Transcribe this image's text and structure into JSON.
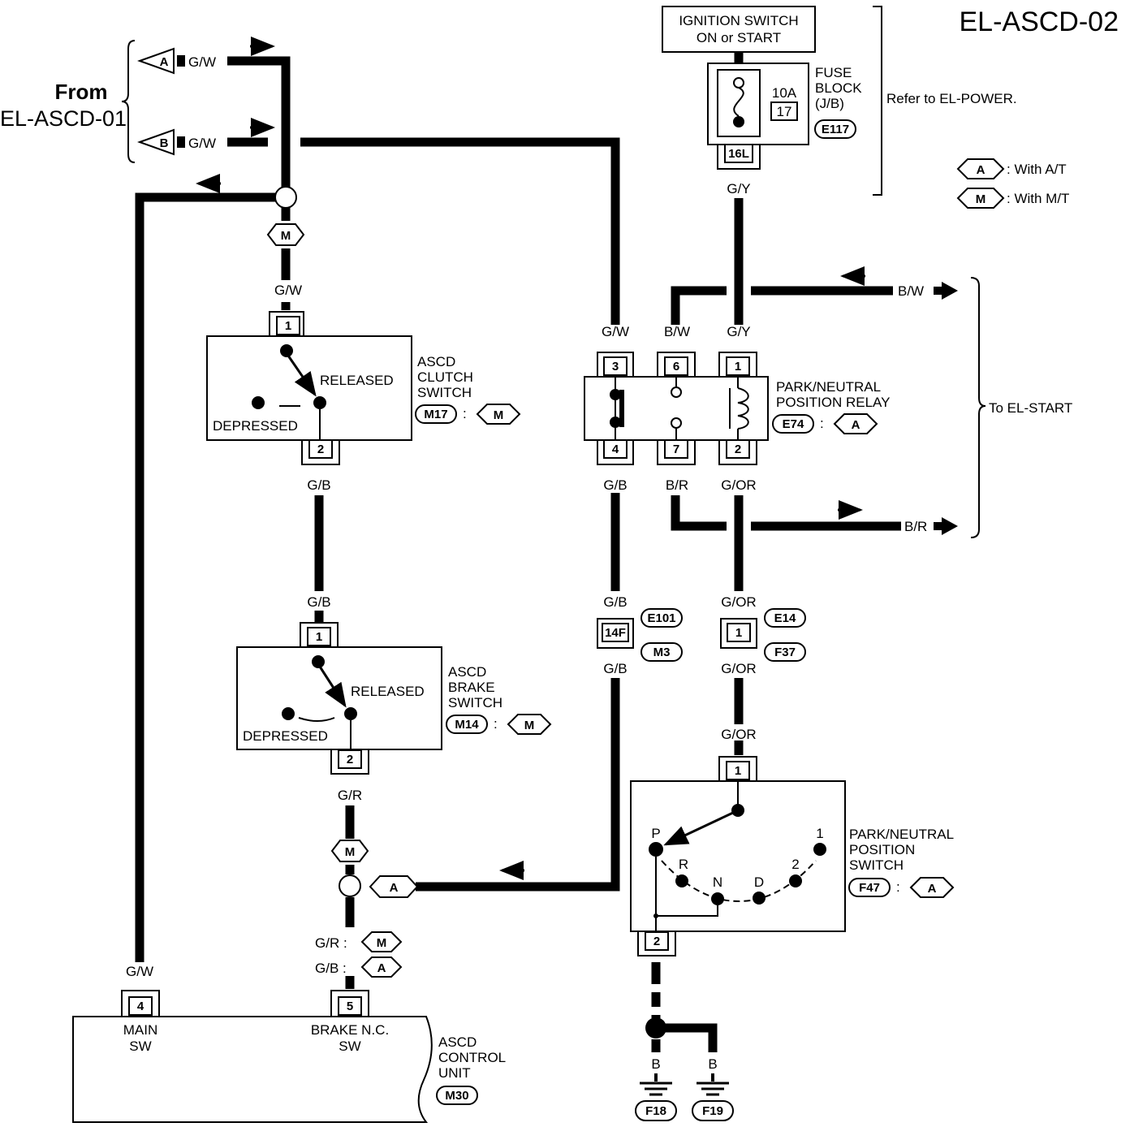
{
  "title": "EL-ASCD-02",
  "from_label": {
    "line1": "From",
    "line2": "EL-ASCD-01"
  },
  "connectors_from": [
    {
      "tag": "A",
      "wire": "G/W"
    },
    {
      "tag": "B",
      "wire": "G/W"
    }
  ],
  "legend": [
    {
      "tag": "A",
      "text": ": With A/T"
    },
    {
      "tag": "M",
      "text": ": With M/T"
    }
  ],
  "ignition": {
    "line1": "IGNITION SWITCH",
    "line2": "ON or START"
  },
  "fuse_block": {
    "line1": "FUSE",
    "line2": "BLOCK",
    "line3": "(J/B)",
    "amps": "10A",
    "fuse_no": "17",
    "connector": "E117",
    "terminal": "16L",
    "refer": "Refer to EL-POWER."
  },
  "clutch_switch": {
    "line1": "ASCD",
    "line2": "CLUTCH",
    "line3": "SWITCH",
    "connector": "M17",
    "variant": "M",
    "released": "RELEASED",
    "depressed": "DEPRESSED",
    "pin_in": "1",
    "pin_out": "2"
  },
  "brake_switch": {
    "line1": "ASCD",
    "line2": "BRAKE",
    "line3": "SWITCH",
    "connector": "M14",
    "variant": "M",
    "released": "RELEASED",
    "depressed": "DEPRESSED",
    "pin_in": "1",
    "pin_out": "2"
  },
  "pn_relay": {
    "line1": "PARK/NEUTRAL",
    "line2": "POSITION RELAY",
    "connector": "E74",
    "variant": "A",
    "pins_top": [
      "3",
      "6",
      "1"
    ],
    "pins_bottom": [
      "4",
      "7",
      "2"
    ]
  },
  "pn_switch": {
    "line1": "PARK/NEUTRAL",
    "line2": "POSITION",
    "line3": "SWITCH",
    "connector": "F47",
    "variant": "A",
    "pin_in": "1",
    "pin_out": "2",
    "positions": [
      "P",
      "R",
      "N",
      "D",
      "2",
      "1"
    ]
  },
  "control_unit": {
    "line1": "ASCD",
    "line2": "CONTROL",
    "line3": "UNIT",
    "connector": "M30",
    "pin_main": "4",
    "main_line1": "MAIN",
    "main_line2": "SW",
    "pin_brake": "5",
    "brake_line1": "BRAKE N.C.",
    "brake_line2": "SW"
  },
  "to_start": "To EL-START",
  "wires": {
    "gw": "G/W",
    "gb": "G/B",
    "gr": "G/R",
    "gy": "G/Y",
    "bw": "B/W",
    "br": "B/R",
    "gor": "G/OR",
    "b": "B",
    "gr_m": "G/R :",
    "gb_a": "G/B :"
  },
  "inline_connectors": {
    "e101": "E101",
    "m3": "M3",
    "t14f": "14F",
    "e14": "E14",
    "f37": "F37",
    "t1": "1"
  },
  "grounds": [
    "F18",
    "F19"
  ],
  "tags": {
    "m": "M",
    "a": "A"
  }
}
